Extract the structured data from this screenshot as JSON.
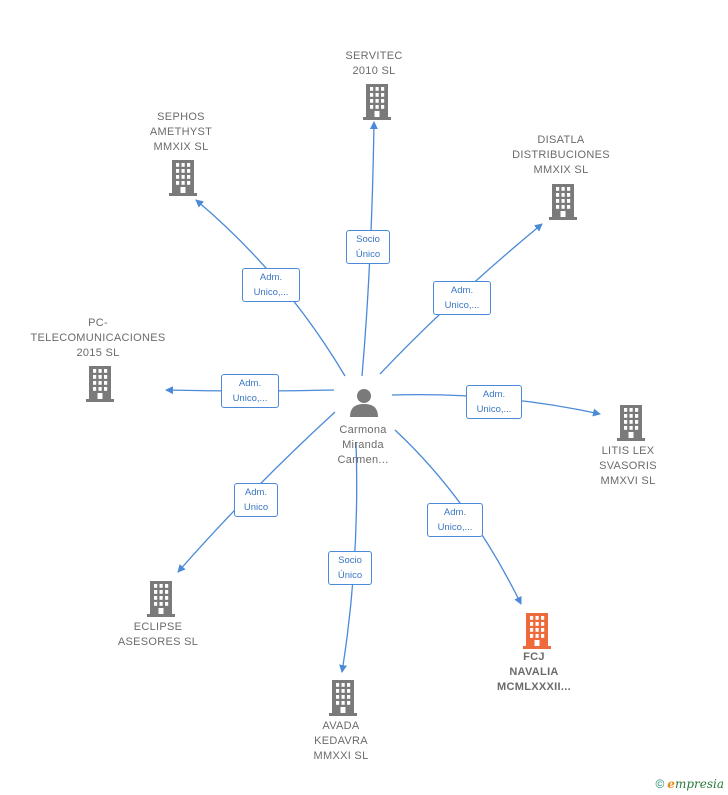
{
  "center": {
    "name_lines": [
      "Carmona",
      "Miranda",
      "Carmen..."
    ]
  },
  "nodes": [
    {
      "id": "servitec",
      "name_lines": [
        "SERVITEC",
        "2010 SL"
      ],
      "highlight": false
    },
    {
      "id": "sephos",
      "name_lines": [
        "SEPHOS",
        "AMETHYST",
        "MMXIX SL"
      ],
      "highlight": false
    },
    {
      "id": "disatla",
      "name_lines": [
        "DISATLA",
        "DISTRIBUCIONES",
        "MMXIX SL"
      ],
      "highlight": false
    },
    {
      "id": "pc-telecom",
      "name_lines": [
        "PC-",
        "TELECOMUNICACIONES",
        "2015 SL"
      ],
      "highlight": false
    },
    {
      "id": "litis",
      "name_lines": [
        "LITIS LEX",
        "SVASORIS",
        "MMXVI SL"
      ],
      "highlight": false
    },
    {
      "id": "eclipse",
      "name_lines": [
        "ECLIPSE",
        "ASESORES SL"
      ],
      "highlight": false
    },
    {
      "id": "avada",
      "name_lines": [
        "AVADA",
        "KEDAVRA",
        "MMXXI SL"
      ],
      "highlight": false
    },
    {
      "id": "fcj",
      "name_lines": [
        "FCJ",
        "NAVALIA",
        "MCMLXXXII..."
      ],
      "highlight": true
    }
  ],
  "edges": [
    {
      "to": "servitec",
      "label_lines": [
        "Socio",
        "Único"
      ]
    },
    {
      "to": "sephos",
      "label_lines": [
        "Adm.",
        "Unico,..."
      ]
    },
    {
      "to": "disatla",
      "label_lines": [
        "Adm.",
        "Unico,..."
      ]
    },
    {
      "to": "pc-telecom",
      "label_lines": [
        "Adm.",
        "Unico,..."
      ]
    },
    {
      "to": "litis",
      "label_lines": [
        "Adm.",
        "Unico,..."
      ]
    },
    {
      "to": "eclipse",
      "label_lines": [
        "Adm.",
        "Unico"
      ]
    },
    {
      "to": "avada",
      "label_lines": [
        "Socio",
        "Único"
      ]
    },
    {
      "to": "fcj",
      "label_lines": [
        "Adm.",
        "Unico,..."
      ]
    }
  ],
  "colors": {
    "edge": "#4a8ad8",
    "building": "#7a7a7a",
    "building_highlight": "#ef6a3a",
    "person": "#7a7a7a"
  },
  "footer": {
    "copyright_symbol": "©",
    "brand_initial": "e",
    "brand_rest": "mpresia"
  }
}
